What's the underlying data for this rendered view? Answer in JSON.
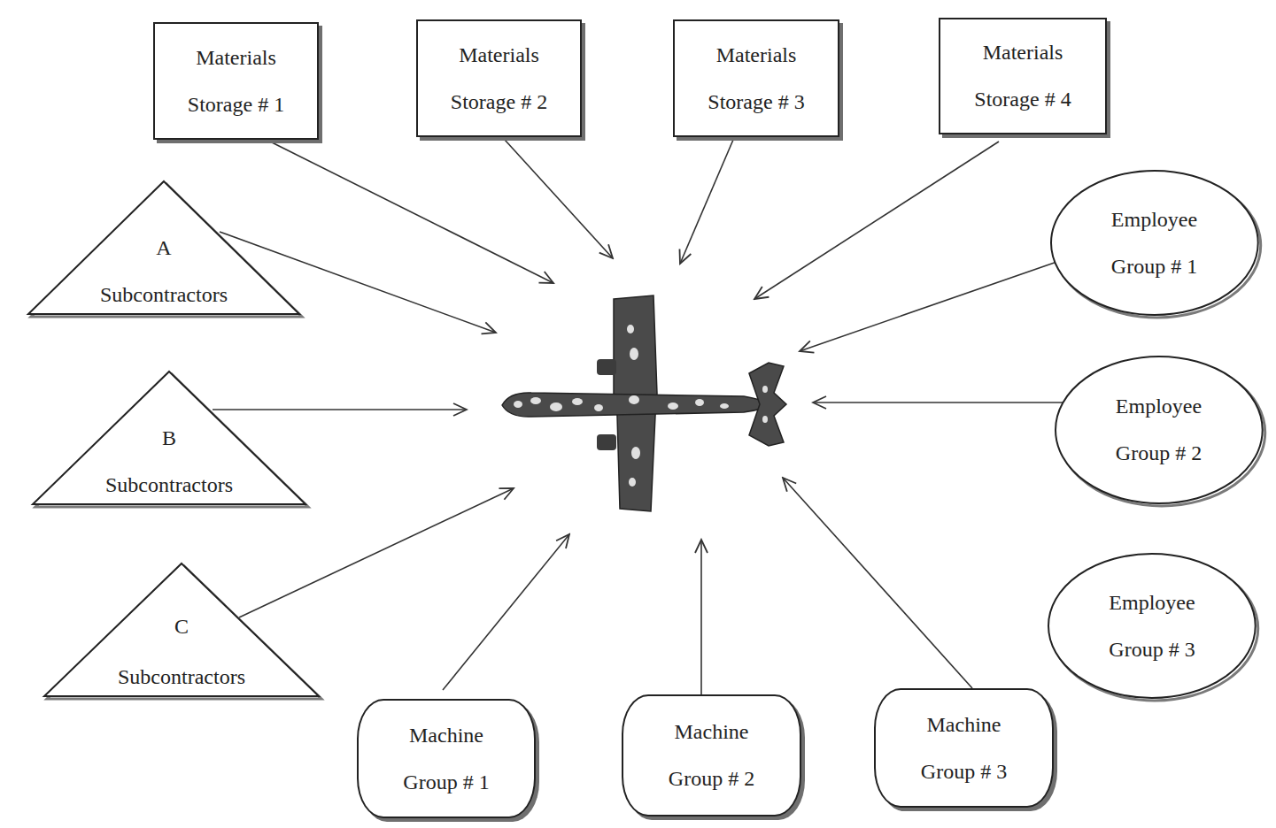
{
  "diagram": {
    "nodes": [
      {
        "text": [
          "Materials Storage # 1"
        ]
      },
      {
        "text": [
          "Materials Storage # 2"
        ]
      },
      {
        "text": [
          "Materials Storage # 3"
        ]
      },
      {
        "text": [
          "Materials Storage # 4"
        ]
      },
      {
        "text": [
          "A",
          "Subcontractors"
        ]
      },
      {
        "text": [
          "Employee Group # 1"
        ]
      },
      {
        "text": [
          "B",
          "Subcontractors"
        ]
      },
      {
        "text": [
          "Employee Group # 2"
        ]
      },
      {
        "text": [
          "C",
          "Subcontractors"
        ]
      },
      {
        "text": [
          "Employee Group # 3"
        ]
      },
      {
        "text": [
          "Machine Group # 1"
        ]
      },
      {
        "text": [
          "Machine Group # 2"
        ]
      },
      {
        "text": [
          "Machine Group # 3"
        ]
      }
    ]
  }
}
